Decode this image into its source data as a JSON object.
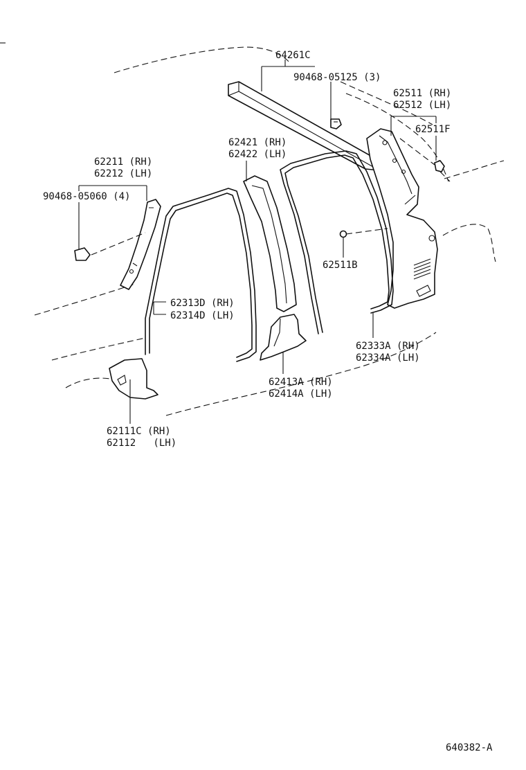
{
  "diagram": {
    "callouts": {
      "roof_side_rail": [
        "64261C"
      ],
      "rail_clip": [
        "90468-05125 (3)"
      ],
      "quarter_trim": [
        "62511 (RH)",
        "62512 (LH)"
      ],
      "quarter_clip": [
        "62511F"
      ],
      "front_pillar_garnish": [
        "62211 (RH)",
        "62212 (LH)"
      ],
      "front_pillar_clip": [
        "90468-05060 (4)"
      ],
      "center_pillar_garnish": [
        "62421 (RH)",
        "62422 (LH)"
      ],
      "front_door_weatherstrip": [
        "62313D (RH)",
        "62314D (LH)"
      ],
      "quarter_fastener": [
        "62511B"
      ],
      "rear_door_weatherstrip": [
        "62333A (RH)",
        "62334A (LH)"
      ],
      "center_pillar_lower": [
        "62413A (RH)",
        "62414A (LH)"
      ],
      "cowl_side_trim": [
        "62111C (RH)",
        "62112   (LH)"
      ]
    },
    "figure_number": "640382-A"
  }
}
